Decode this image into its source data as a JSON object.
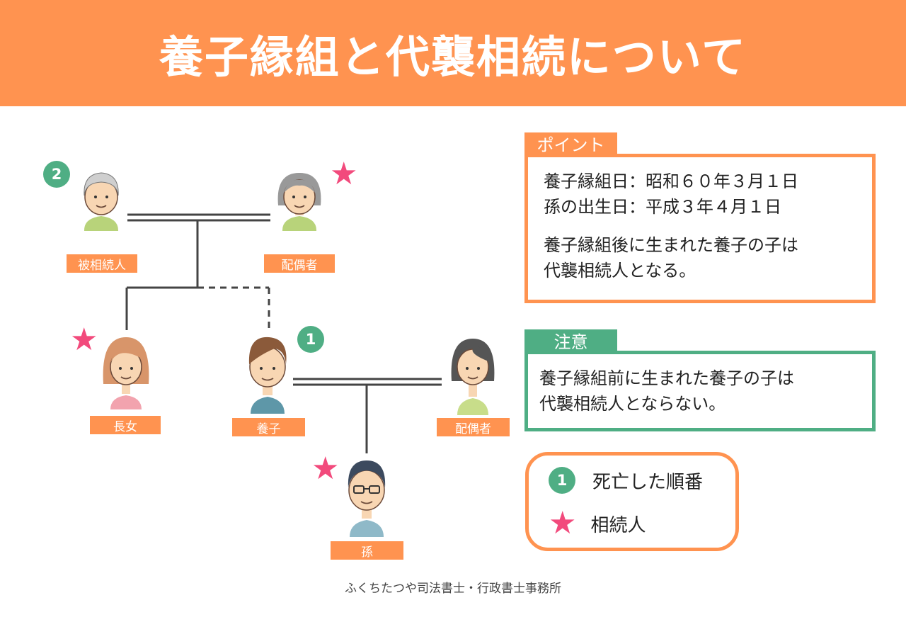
{
  "title": "養子縁組と代襲相続について",
  "people": {
    "grandfather": {
      "label": "被相続人",
      "order": "2"
    },
    "grandmother": {
      "label": "配偶者"
    },
    "eldest_daughter": {
      "label": "長女"
    },
    "adopted_child": {
      "label": "養子",
      "order": "1"
    },
    "adopted_spouse": {
      "label": "配偶者"
    },
    "grandchild": {
      "label": "孫"
    }
  },
  "point": {
    "tab": "ポイント",
    "line1": "養子縁組日：昭和６０年３月１日",
    "line2": "孫の出生日：平成３年４月１日",
    "line3": "養子縁組後に生まれた養子の子は",
    "line4": "代襲相続人となる。"
  },
  "caution": {
    "tab": "注意",
    "line1": "養子縁組前に生まれた養子の子は",
    "line2": "代襲相続人とならない。"
  },
  "legend": {
    "circle_sample": "1",
    "circle_text": "死亡した順番",
    "star_text": "相続人"
  },
  "footer": "ふくちたつや司法書士・行政書士事務所",
  "colors": {
    "orange": "#FF9350",
    "green": "#4FAE84",
    "pink": "#F24A7C",
    "line": "#444444"
  }
}
